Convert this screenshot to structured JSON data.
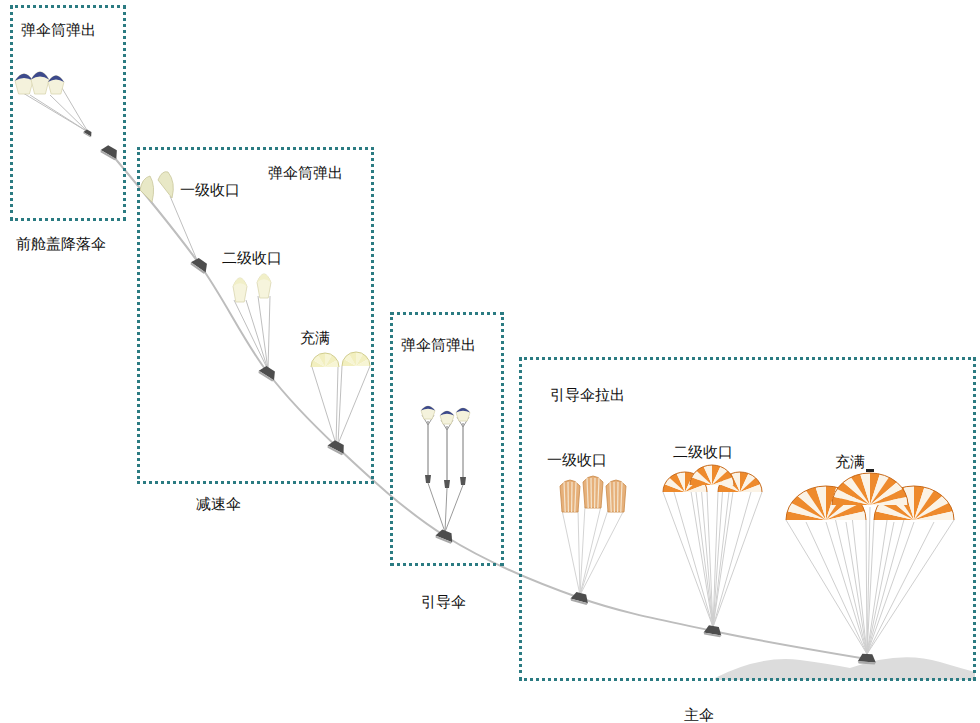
{
  "diagram": {
    "nodes": [
      {
        "text": [
          "弹伞筒弹出",
          "前舱盖降落伞"
        ]
      },
      {
        "text": [
          "弹伞筒弹出",
          "减速伞"
        ]
      },
      {
        "text": [
          "弹伞筒弹出",
          "引导伞"
        ]
      },
      {
        "text": [
          "引导伞拉出",
          "主伞"
        ]
      }
    ],
    "labels": [
      "一级收口",
      "二级收口",
      "充满",
      "一级收口",
      "二级收口",
      "充满"
    ]
  }
}
